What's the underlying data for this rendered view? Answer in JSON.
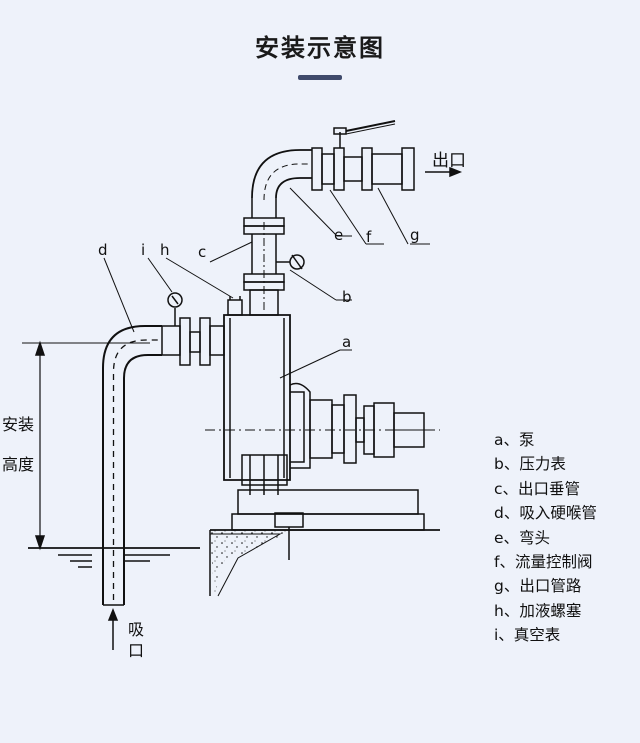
{
  "title": "安装示意图",
  "outlet_label": "出口",
  "inlet_label_line1": "吸",
  "inlet_label_line2": "口",
  "height_label_line1": "安装",
  "height_label_line2": "高度",
  "callouts": {
    "a": "a",
    "b": "b",
    "c": "c",
    "d": "d",
    "e": "e",
    "f": "f",
    "g": "g",
    "h": "h",
    "i": "i"
  },
  "legend": [
    "a、泵",
    "b、压力表",
    "c、出口垂管",
    "d、吸入硬喉管",
    "e、弯头",
    "f、流量控制阀",
    "g、出口管路",
    "h、加液螺塞",
    "i、真空表"
  ],
  "colors": {
    "background": "#eef2fa",
    "line": "#111111",
    "title_bar": "#3f4a6b"
  }
}
